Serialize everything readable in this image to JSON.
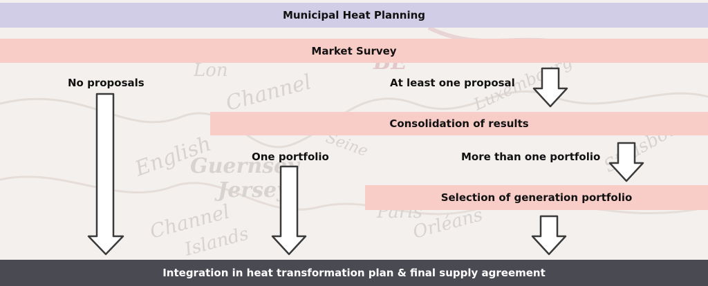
{
  "diagram": {
    "title_bar": "Municipal Heat Planning",
    "market_survey": "Market Survey",
    "no_proposals": "No proposals",
    "at_least_one_proposal": "At least one proposal",
    "consolidation": "Consolidation of results",
    "one_portfolio": "One portfolio",
    "more_than_one_portfolio": "More than one portfolio",
    "selection": "Selection of generation portfolio",
    "final_bar": "Integration in heat transformation plan & final supply agreement"
  },
  "colors": {
    "title_bar_bg": "#d2cde6",
    "salmon_bar_bg": "#f8cdc7",
    "final_bar_bg": "#4a4a52",
    "final_bar_text": "#ffffff",
    "arrow_fill": "#ffffff",
    "arrow_stroke": "#3a3a3a"
  },
  "background": {
    "map_words": [
      "Lon",
      "Channel",
      "English",
      "Guernsey",
      "Jersey",
      "Channel",
      "Islands",
      "Seine",
      "Luxembourg",
      "Strasbourg",
      "Orléans",
      "Paris",
      "BE"
    ]
  }
}
